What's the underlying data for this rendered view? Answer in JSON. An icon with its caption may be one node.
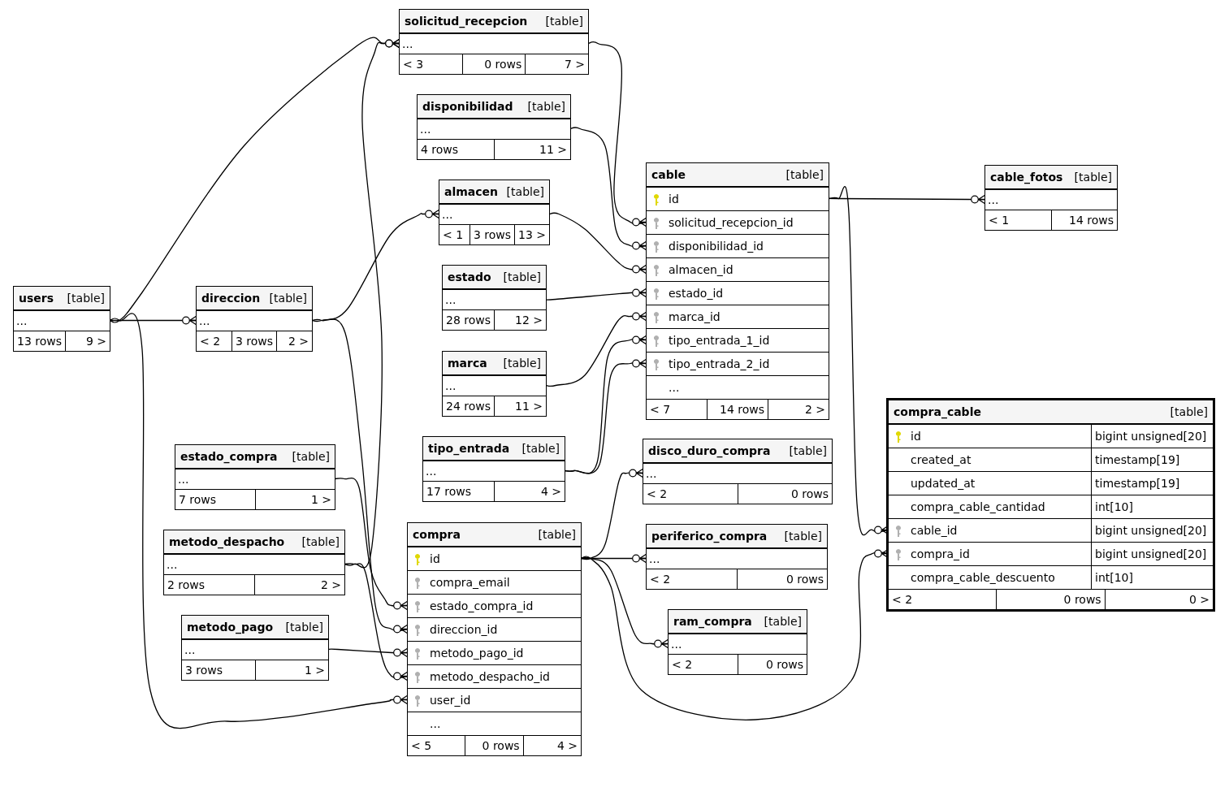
{
  "diagram": {
    "nodes": [
      {
        "text": [
          "users",
          "[table]"
        ]
      },
      {
        "text": [
          "..."
        ],
        "in": 0
      },
      {
        "text": [
          "13 rows",
          "9 >"
        ],
        "in": 0
      },
      {
        "text": [
          "direccion",
          "[table]"
        ]
      },
      {
        "text": [
          "..."
        ],
        "in": 3
      },
      {
        "text": [
          "< 2",
          "3 rows",
          "2 >"
        ],
        "in": 3
      },
      {
        "text": [
          "estado_compra",
          "[table]"
        ]
      },
      {
        "text": [
          "..."
        ],
        "in": 6
      },
      {
        "text": [
          "7 rows",
          "1 >"
        ],
        "in": 6
      },
      {
        "text": [
          "metodo_despacho",
          "[table]"
        ]
      },
      {
        "text": [
          "..."
        ],
        "in": 9
      },
      {
        "text": [
          "2 rows",
          "2 >"
        ],
        "in": 9
      },
      {
        "text": [
          "metodo_pago",
          "[table]"
        ]
      },
      {
        "text": [
          "..."
        ],
        "in": 12
      },
      {
        "text": [
          "3 rows",
          "1 >"
        ],
        "in": 12
      },
      {
        "text": [
          "solicitud_recepcion",
          "[table]"
        ]
      },
      {
        "text": [
          "..."
        ],
        "in": 15
      },
      {
        "text": [
          "< 3",
          "0 rows",
          "7 >"
        ],
        "in": 15
      },
      {
        "text": [
          "disponibilidad",
          "[table]"
        ]
      },
      {
        "text": [
          "..."
        ],
        "in": 18
      },
      {
        "text": [
          "4 rows",
          "11 >"
        ],
        "in": 18
      },
      {
        "text": [
          "almacen",
          "[table]"
        ]
      },
      {
        "text": [
          "..."
        ],
        "in": 21
      },
      {
        "text": [
          "< 1",
          "3 rows",
          "13 >"
        ],
        "in": 21
      },
      {
        "text": [
          "estado",
          "[table]"
        ]
      },
      {
        "text": [
          "..."
        ],
        "in": 24
      },
      {
        "text": [
          "28 rows",
          "12 >"
        ],
        "in": 24
      },
      {
        "text": [
          "marca",
          "[table]"
        ]
      },
      {
        "text": [
          "..."
        ],
        "in": 27
      },
      {
        "text": [
          "24 rows",
          "11 >"
        ],
        "in": 27
      },
      {
        "text": [
          "tipo_entrada",
          "[table]"
        ]
      },
      {
        "text": [
          "..."
        ],
        "in": 30
      },
      {
        "text": [
          "17 rows",
          "4 >"
        ],
        "in": 30
      },
      {
        "text": [
          "compra",
          "[table]"
        ]
      },
      {
        "text": [
          "id"
        ],
        "in": 33
      },
      {
        "text": [
          "compra_email"
        ],
        "in": 33
      },
      {
        "text": [
          "estado_compra_id"
        ],
        "in": 33
      },
      {
        "text": [
          "direccion_id"
        ],
        "in": 33
      },
      {
        "text": [
          "metodo_pago_id"
        ],
        "in": 33
      },
      {
        "text": [
          "metodo_despacho_id"
        ],
        "in": 33
      },
      {
        "text": [
          "user_id"
        ],
        "in": 33
      },
      {
        "text": [
          "..."
        ],
        "in": 33
      },
      {
        "text": [
          "< 5",
          "0 rows",
          "4 >"
        ],
        "in": 33
      },
      {
        "text": [
          "cable",
          "[table]"
        ]
      },
      {
        "text": [
          "id"
        ],
        "in": 43
      },
      {
        "text": [
          "solicitud_recepcion_id"
        ],
        "in": 43
      },
      {
        "text": [
          "disponibilidad_id"
        ],
        "in": 43
      },
      {
        "text": [
          "almacen_id"
        ],
        "in": 43
      },
      {
        "text": [
          "estado_id"
        ],
        "in": 43
      },
      {
        "text": [
          "marca_id"
        ],
        "in": 43
      },
      {
        "text": [
          "tipo_entrada_1_id"
        ],
        "in": 43
      },
      {
        "text": [
          "tipo_entrada_2_id"
        ],
        "in": 43
      },
      {
        "text": [
          "..."
        ],
        "in": 43
      },
      {
        "text": [
          "< 7",
          "14 rows",
          "2 >"
        ],
        "in": 43
      },
      {
        "text": [
          "disco_duro_compra",
          "[table]"
        ]
      },
      {
        "text": [
          "..."
        ],
        "in": 54
      },
      {
        "text": [
          "< 2",
          "0 rows"
        ],
        "in": 54
      },
      {
        "text": [
          "periferico_compra",
          "[table]"
        ]
      },
      {
        "text": [
          "..."
        ],
        "in": 57
      },
      {
        "text": [
          "< 2",
          "0 rows"
        ],
        "in": 57
      },
      {
        "text": [
          "ram_compra",
          "[table]"
        ]
      },
      {
        "text": [
          "..."
        ],
        "in": 60
      },
      {
        "text": [
          "< 2",
          "0 rows"
        ],
        "in": 60
      },
      {
        "text": [
          "cable_fotos",
          "[table]"
        ]
      },
      {
        "text": [
          "..."
        ],
        "in": 63
      },
      {
        "text": [
          "< 1",
          "14 rows"
        ],
        "in": 63
      },
      {
        "text": [
          "compra_cable",
          "[table]"
        ]
      },
      {
        "text": [
          "id",
          "bigint unsigned[20]"
        ],
        "in": 66
      },
      {
        "text": [
          "created_at",
          "timestamp[19]"
        ],
        "in": 66
      },
      {
        "text": [
          "updated_at",
          "timestamp[19]"
        ],
        "in": 66
      },
      {
        "text": [
          "compra_cable_cantidad",
          "int[10]"
        ],
        "in": 66
      },
      {
        "text": [
          "cable_id",
          "bigint unsigned[20]"
        ],
        "in": 66
      },
      {
        "text": [
          "compra_id",
          "bigint unsigned[20]"
        ],
        "in": 66
      },
      {
        "text": [
          "compra_cable_descuento",
          "int[10]"
        ],
        "in": 66
      },
      {
        "text": [
          "< 2",
          "0 rows",
          "0 >"
        ],
        "in": 66
      }
    ],
    "edges": [
      {
        "from": 1,
        "to": 16,
        "arrow": "other"
      },
      {
        "from": 1,
        "to": 4,
        "arrow": "other"
      },
      {
        "from": 1,
        "to": 40,
        "arrow": "other"
      },
      {
        "from": 4,
        "to": 22,
        "arrow": "other"
      },
      {
        "from": 4,
        "to": 37,
        "arrow": "other"
      },
      {
        "from": 10,
        "to": 16,
        "arrow": "other"
      },
      {
        "from": 10,
        "to": 39,
        "arrow": "other"
      },
      {
        "from": 7,
        "to": 36,
        "arrow": "other"
      },
      {
        "from": 13,
        "to": 38,
        "arrow": "other"
      },
      {
        "from": 16,
        "to": 45,
        "arrow": "other"
      },
      {
        "from": 19,
        "to": 46,
        "arrow": "other"
      },
      {
        "from": 22,
        "to": 47,
        "arrow": "other"
      },
      {
        "from": 25,
        "to": 48,
        "arrow": "other"
      },
      {
        "from": 28,
        "to": 49,
        "arrow": "other"
      },
      {
        "from": 31,
        "to": 50,
        "arrow": "other"
      },
      {
        "from": 31,
        "to": 51,
        "arrow": "other"
      },
      {
        "from": 44,
        "to": 64,
        "arrow": "other"
      },
      {
        "from": 44,
        "to": 71,
        "arrow": "other"
      },
      {
        "from": 34,
        "to": 55,
        "arrow": "other"
      },
      {
        "from": 34,
        "to": 58,
        "arrow": "other"
      },
      {
        "from": 34,
        "to": 61,
        "arrow": "other"
      },
      {
        "from": 34,
        "to": 72,
        "arrow": "other"
      }
    ]
  }
}
